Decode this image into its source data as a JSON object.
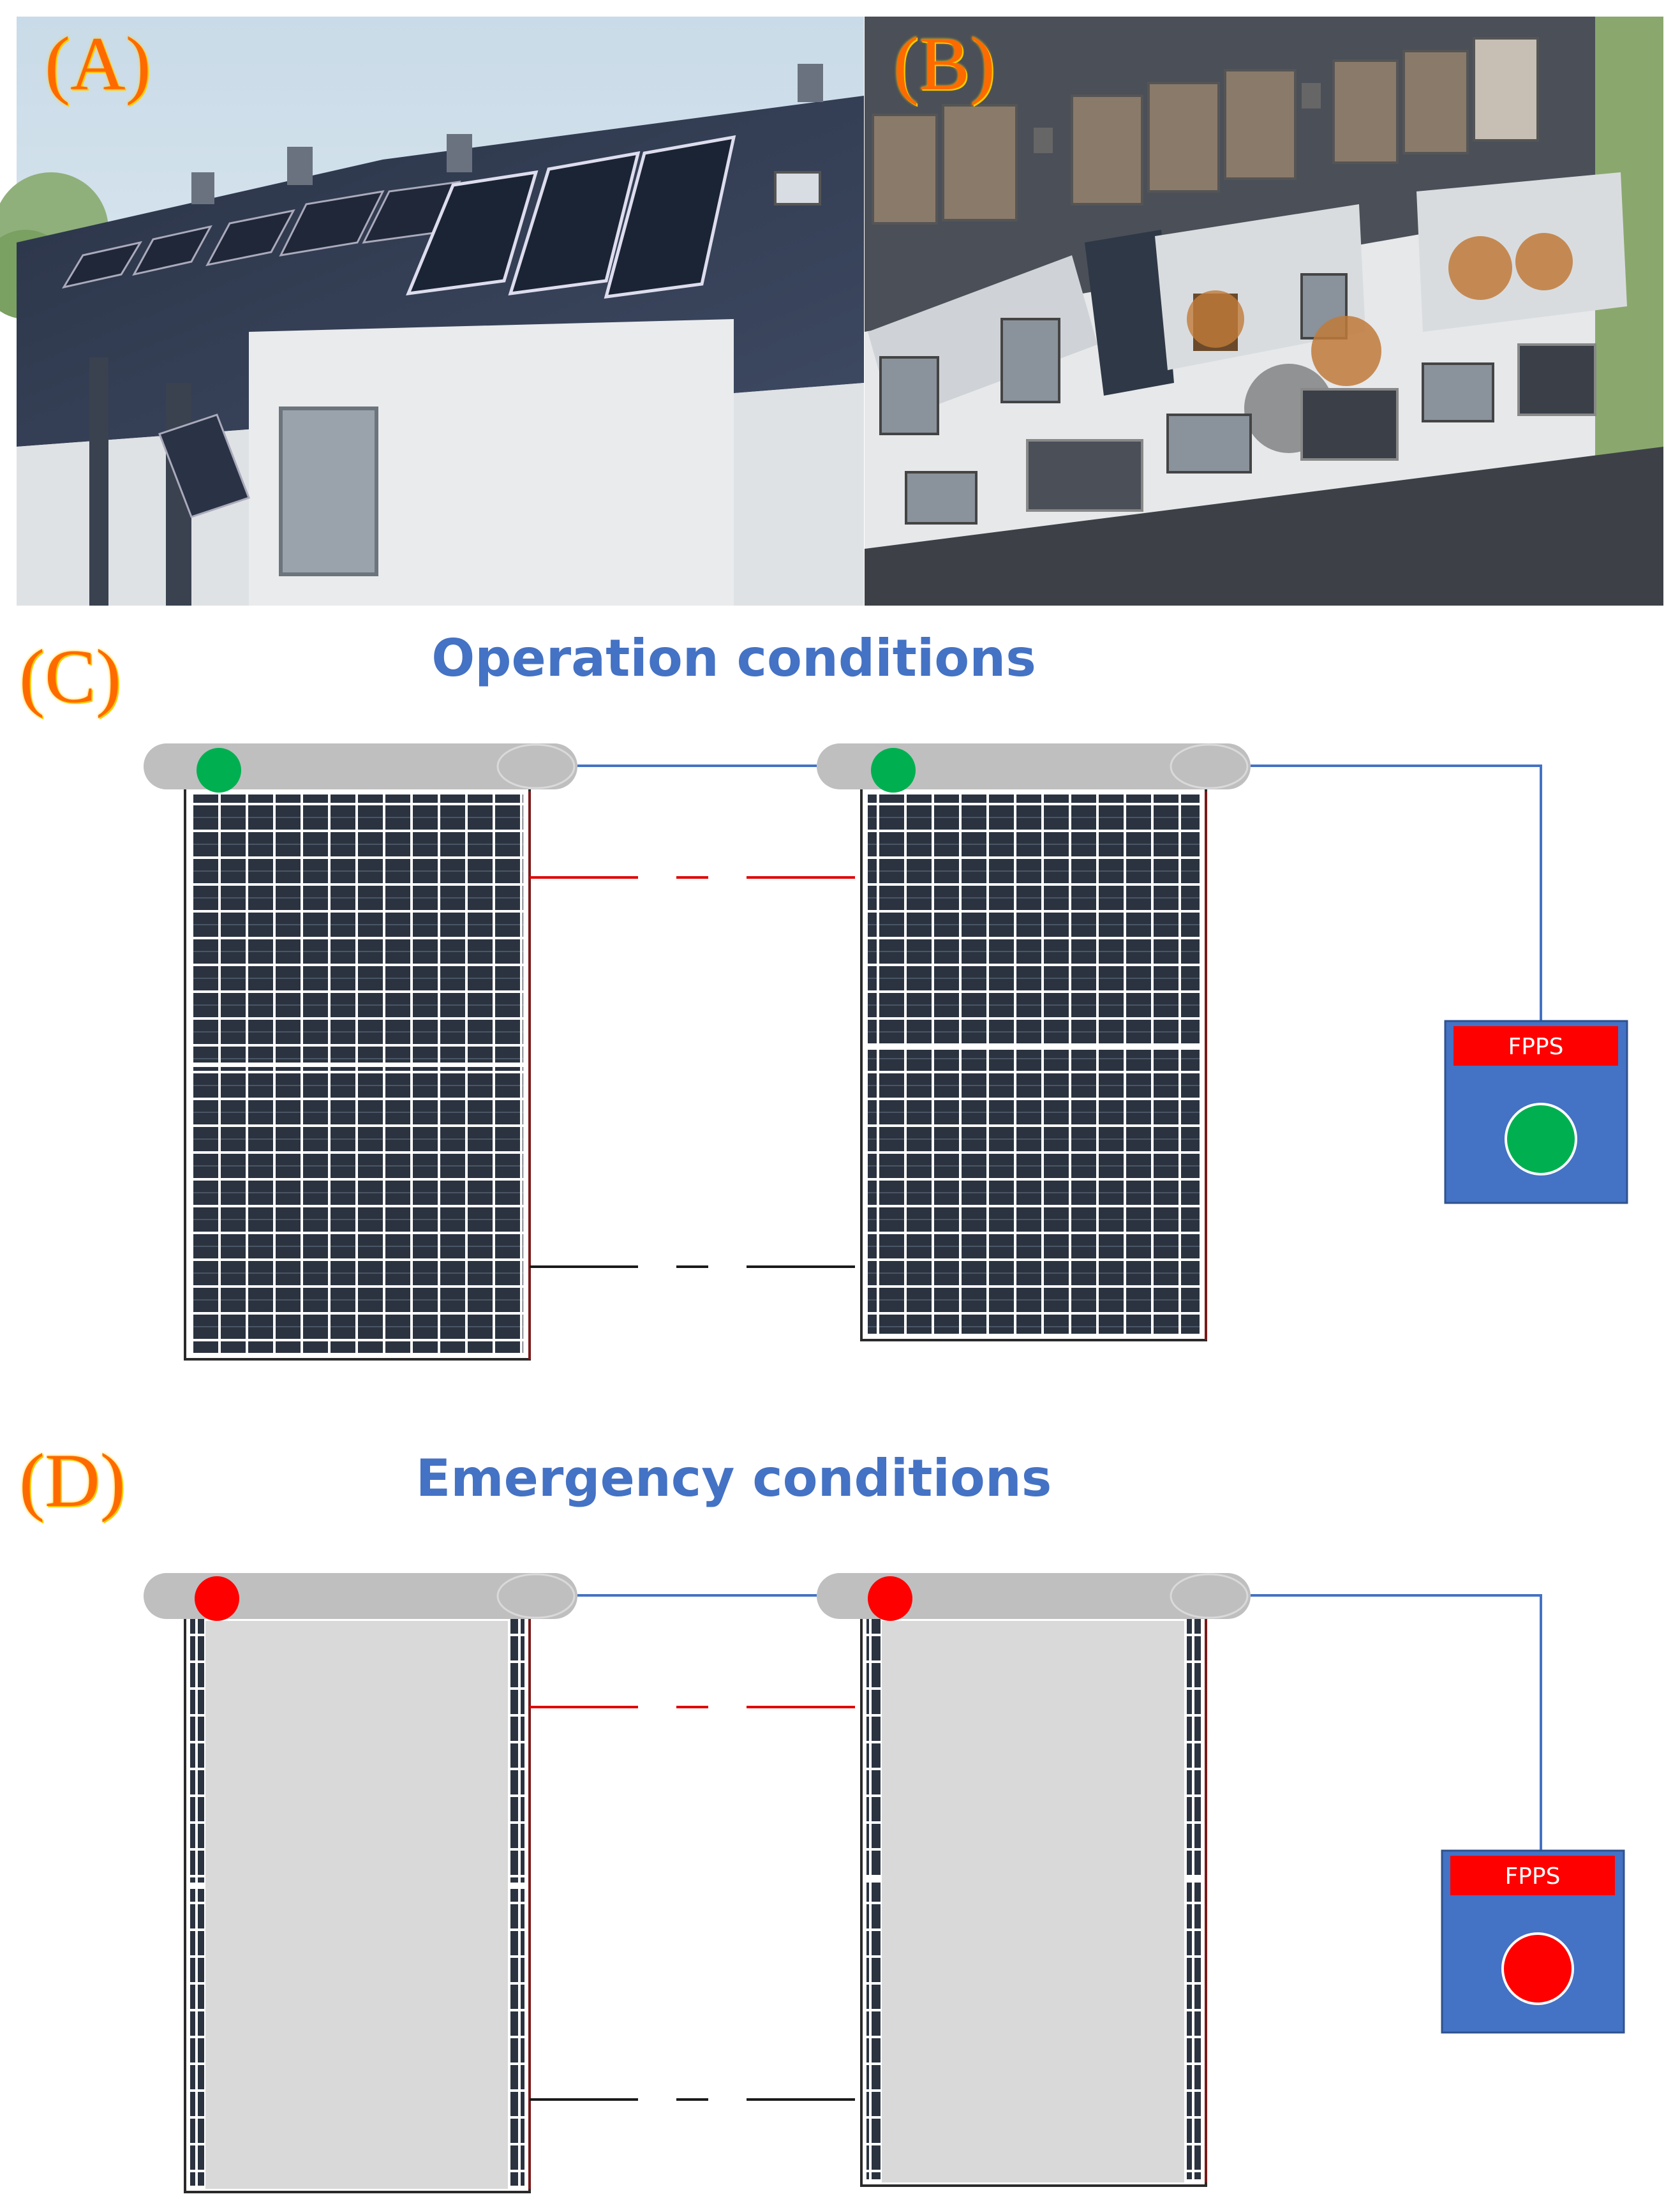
{
  "panels": {
    "a": {
      "label": "(A)"
    },
    "b": {
      "label": "(B)"
    },
    "c": {
      "label": "(C)",
      "title": "Operation conditions",
      "status_color": "#00b050"
    },
    "d": {
      "label": "(D)",
      "title": "Emergency conditions",
      "status_color": "#ff0000"
    }
  },
  "fpps": {
    "label": "FPPS",
    "box_color": "#4472c4",
    "header_color": "#ff0000"
  },
  "colors": {
    "rail": "#bfbfbf",
    "cell": "#2b3340",
    "cover": "#d9d9d9",
    "signal_line": "#4472c4",
    "dc_positive": "#e00000",
    "dc_negative": "#1a1a1a"
  }
}
